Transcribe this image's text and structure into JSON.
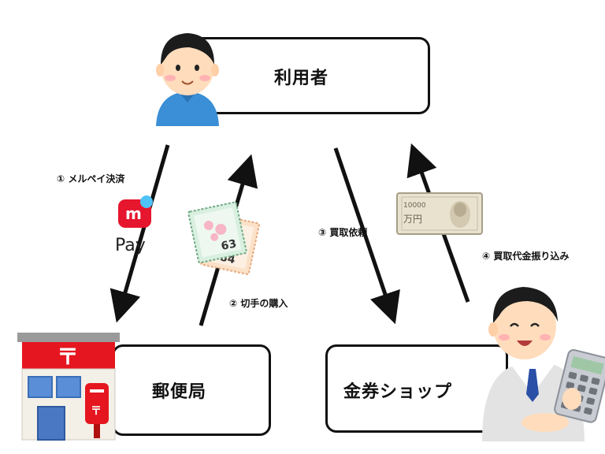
{
  "nodes": {
    "user": "利用者",
    "post_office": "郵便局",
    "ticket_shop": "金券ショップ"
  },
  "steps": {
    "step1": "① メルペイ決済",
    "step2": "② 切手の購入",
    "step3": "③ 買取依頼",
    "step4": "④ 買取代金振り込み"
  },
  "illustrations": {
    "merpay_letter": "m",
    "merpay_word": "Pay",
    "stamp_value_1": "63",
    "stamp_value_2": "84",
    "banknote_text": "10000",
    "banknote_yen": "万円",
    "post_mark": "〒"
  },
  "icons": {
    "user": "person-icon",
    "merpay": "merpay-logo-icon",
    "stamps": "stamps-icon",
    "banknote": "banknote-icon",
    "post_office": "post-office-building-icon",
    "clerk": "shop-clerk-calculator-icon"
  },
  "colors": {
    "line": "#111111",
    "merpay_red": "#e5162d",
    "post_red": "#e5161f",
    "shirt_blue": "#3a8fd6",
    "skin": "#ffdcbc"
  }
}
